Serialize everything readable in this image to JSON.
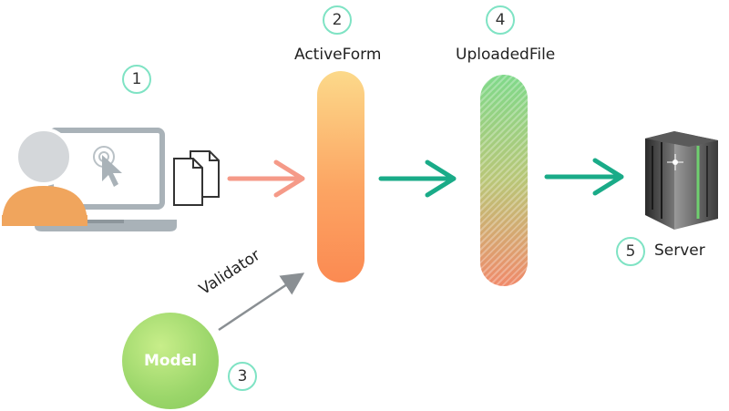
{
  "steps": {
    "s1": "1",
    "s2": "2",
    "s3": "3",
    "s4": "4",
    "s5": "5"
  },
  "labels": {
    "activeform": "ActiveForm",
    "uploadedfile": "UploadedFile",
    "server": "Server",
    "model": "Model",
    "validator": "Validator"
  },
  "icons": {
    "user": "user-avatar-icon",
    "laptop": "laptop-icon",
    "cursor": "pointer-click-icon",
    "files": "documents-icon",
    "server": "server-rack-icon"
  },
  "colors": {
    "badge_border": "#7fe3c4",
    "arrow_salmon": "#f59a88",
    "arrow_teal": "#1aab88",
    "arrow_gray": "#8a8f93"
  }
}
